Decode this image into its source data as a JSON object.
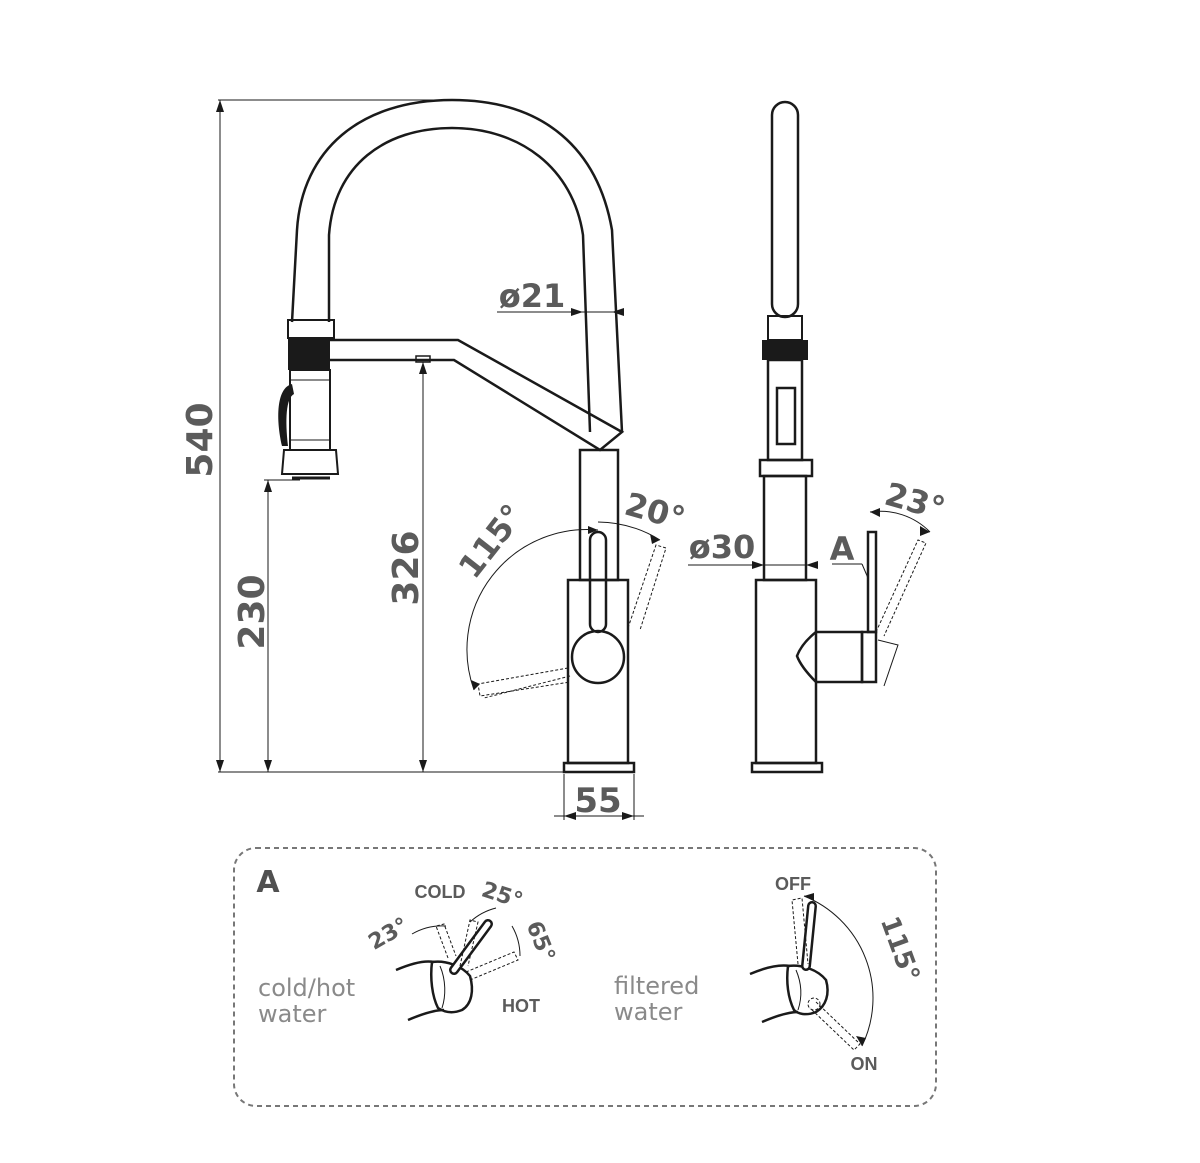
{
  "dimensions": {
    "total_height": "540",
    "spout_height": "326",
    "head_height": "230",
    "base_width": "55",
    "tube_diameter": "ø21",
    "body_diameter": "ø30",
    "lever_front_angle": "115°",
    "lever_tilt_angle": "20°",
    "lever_side_angle": "23°",
    "detail_marker": "A"
  },
  "detail": {
    "title": "A",
    "left": {
      "caption_line1": "cold/hot",
      "caption_line2": "water",
      "cold_label": "COLD",
      "hot_label": "HOT",
      "angle_a": "23°",
      "angle_b": "25°",
      "angle_c": "65°"
    },
    "right": {
      "caption_line1": "filtered",
      "caption_line2": "water",
      "off_label": "OFF",
      "on_label": "ON",
      "angle": "115°"
    }
  }
}
